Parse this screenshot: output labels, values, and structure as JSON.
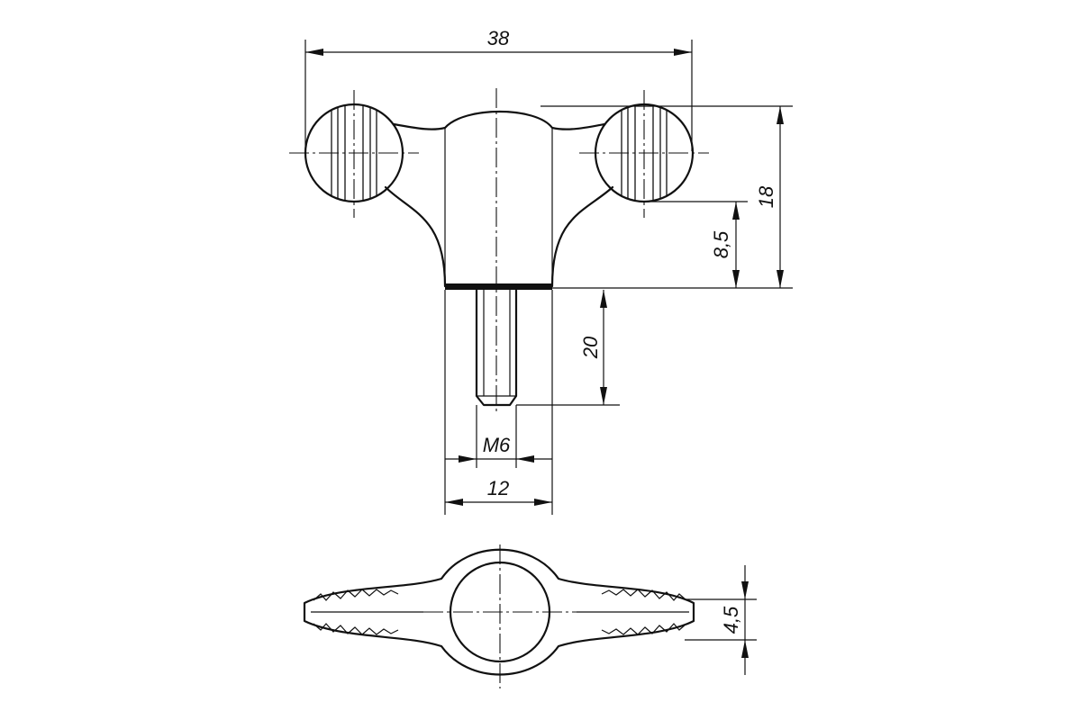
{
  "dimensions": {
    "overall_width": "38",
    "height": "18",
    "center_height": "8,5",
    "thread_length": "20",
    "thread_size": "M6",
    "hub_diameter": "12",
    "wing_thickness": "4,5"
  }
}
